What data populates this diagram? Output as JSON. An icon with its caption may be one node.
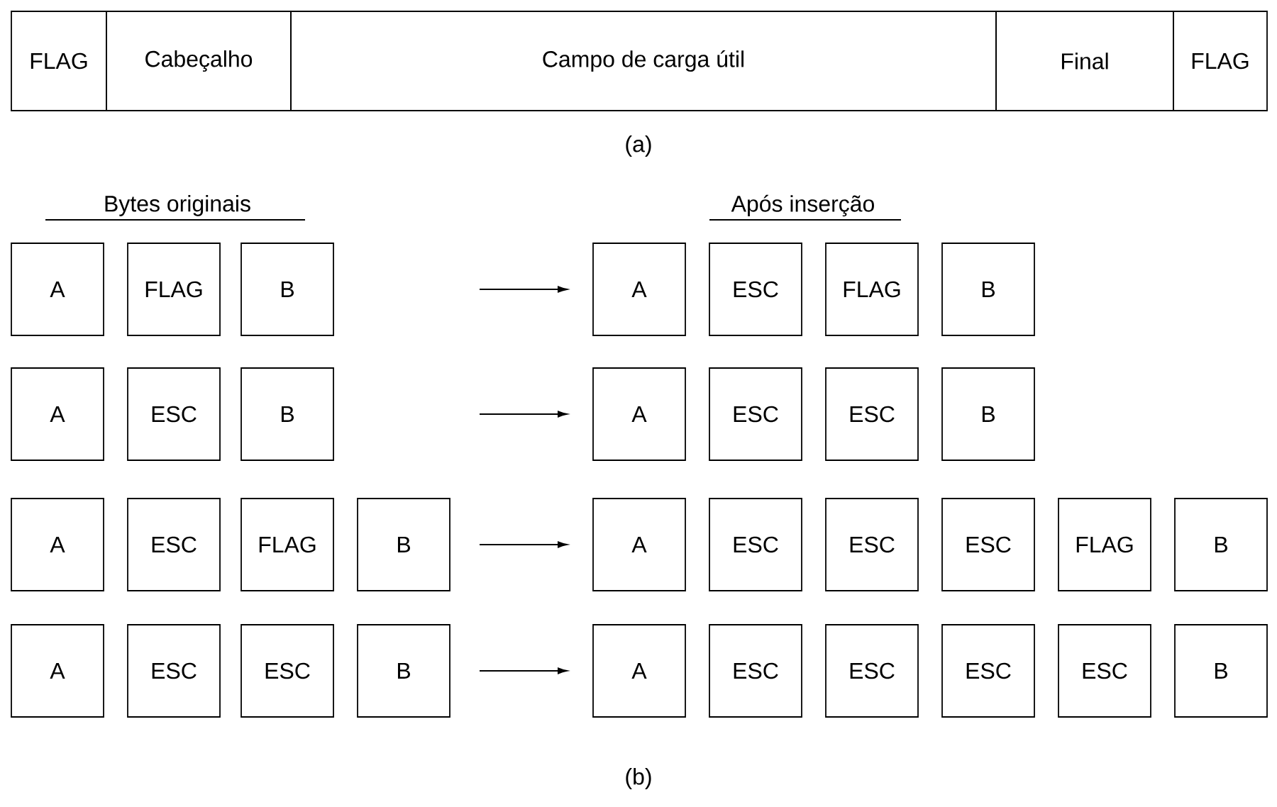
{
  "diagram": {
    "nodes": [
      {
        "text": [
          "FLAG"
        ]
      },
      {
        "text": [
          "Cabeçalho"
        ]
      },
      {
        "text": [
          "Campo de carga útil"
        ]
      },
      {
        "text": [
          "Final"
        ]
      },
      {
        "text": [
          "FLAG"
        ]
      },
      {
        "text": [
          "A"
        ]
      },
      {
        "text": [
          "FLAG"
        ]
      },
      {
        "text": [
          "B"
        ]
      },
      {
        "text": [
          "A"
        ]
      },
      {
        "text": [
          "ESC"
        ]
      },
      {
        "text": [
          "FLAG"
        ]
      },
      {
        "text": [
          "B"
        ]
      },
      {
        "text": [
          "A"
        ]
      },
      {
        "text": [
          "ESC"
        ]
      },
      {
        "text": [
          "B"
        ]
      },
      {
        "text": [
          "A"
        ]
      },
      {
        "text": [
          "ESC"
        ]
      },
      {
        "text": [
          "ESC"
        ]
      },
      {
        "text": [
          "B"
        ]
      },
      {
        "text": [
          "A"
        ]
      },
      {
        "text": [
          "ESC"
        ]
      },
      {
        "text": [
          "FLAG"
        ]
      },
      {
        "text": [
          "B"
        ]
      },
      {
        "text": [
          "A"
        ]
      },
      {
        "text": [
          "ESC"
        ]
      },
      {
        "text": [
          "ESC"
        ]
      },
      {
        "text": [
          "ESC"
        ]
      },
      {
        "text": [
          "FLAG"
        ]
      },
      {
        "text": [
          "B"
        ]
      },
      {
        "text": [
          "A"
        ]
      },
      {
        "text": [
          "ESC"
        ]
      },
      {
        "text": [
          "ESC"
        ]
      },
      {
        "text": [
          "B"
        ]
      },
      {
        "text": [
          "A"
        ]
      },
      {
        "text": [
          "ESC"
        ]
      },
      {
        "text": [
          "ESC"
        ]
      },
      {
        "text": [
          "ESC"
        ]
      },
      {
        "text": [
          "ESC"
        ]
      },
      {
        "text": [
          "B"
        ]
      }
    ],
    "labels": [
      "(a)",
      "Bytes originais",
      "Após inserção",
      "(b)"
    ]
  }
}
